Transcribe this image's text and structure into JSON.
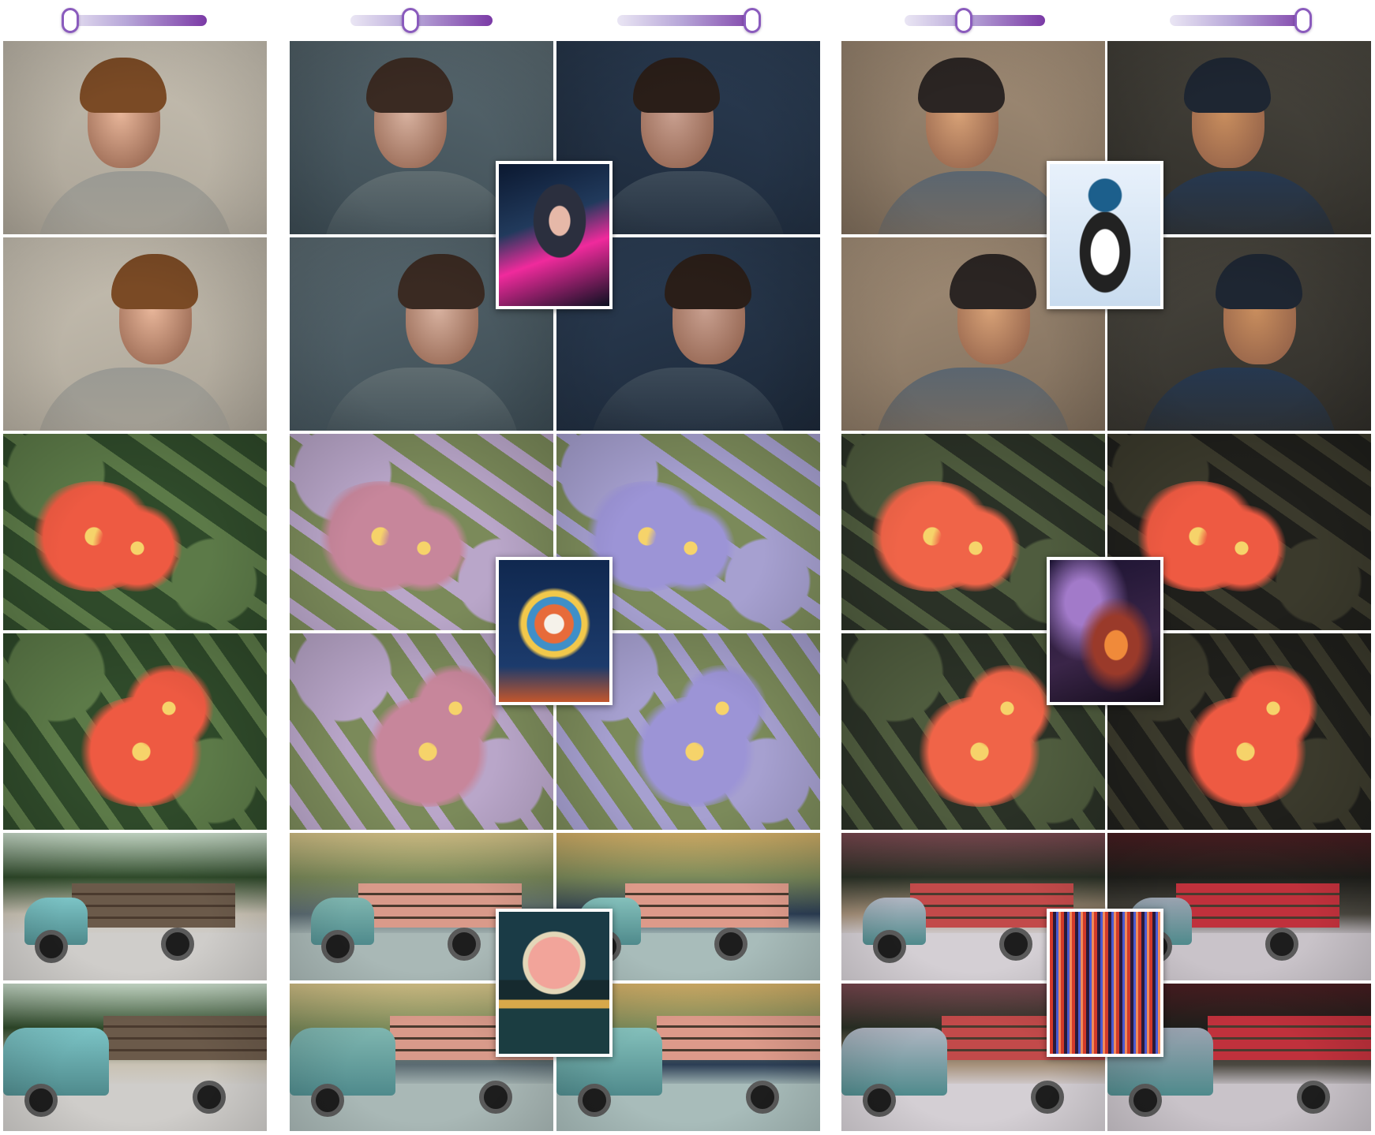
{
  "sliders": [
    {
      "value": 0.06
    },
    {
      "value": 0.42
    },
    {
      "value": 0.94
    },
    {
      "value": 0.42
    },
    {
      "value": 0.94
    }
  ],
  "images": {
    "rows": [
      "portrait",
      "flowers",
      "truck"
    ],
    "columns": [
      "source",
      "style-1-weak",
      "style-1-strong",
      "style-2-weak",
      "style-2-strong"
    ],
    "style_insets": [
      {
        "row": "portrait",
        "group": 1,
        "subject": "cyberpunk-woman"
      },
      {
        "row": "portrait",
        "group": 2,
        "subject": "anime-maid"
      },
      {
        "row": "flowers",
        "group": 1,
        "subject": "flower-bouquet-painting"
      },
      {
        "row": "flowers",
        "group": 2,
        "subject": "nebula"
      },
      {
        "row": "truck",
        "group": 1,
        "subject": "starry-mountain"
      },
      {
        "row": "truck",
        "group": 2,
        "subject": "red-blue-waves"
      }
    ]
  },
  "colors": {
    "slider_start": "#eae6f4",
    "slider_end": "#7b3aa6",
    "thumb_border": "#8a5bbd"
  }
}
